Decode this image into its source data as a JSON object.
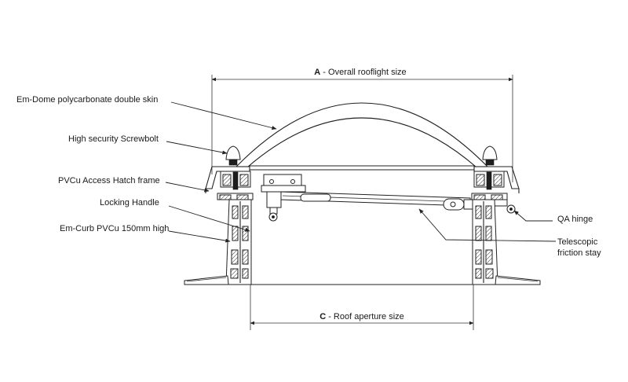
{
  "labels": {
    "dome": "Em-Dome polycarbonate double skin",
    "screwbolt": "High security Screwbolt",
    "frame": "PVCu Access Hatch frame",
    "handle": "Locking Handle",
    "curb": "Em-Curb PVCu 150mm high",
    "hinge": "QA hinge",
    "stay_line1": "Telescopic",
    "stay_line2": "friction stay"
  },
  "dimensions": {
    "a_letter": "A",
    "a_text": " - Overall rooflight size",
    "c_letter": "C",
    "c_text": " - Roof aperture size"
  }
}
